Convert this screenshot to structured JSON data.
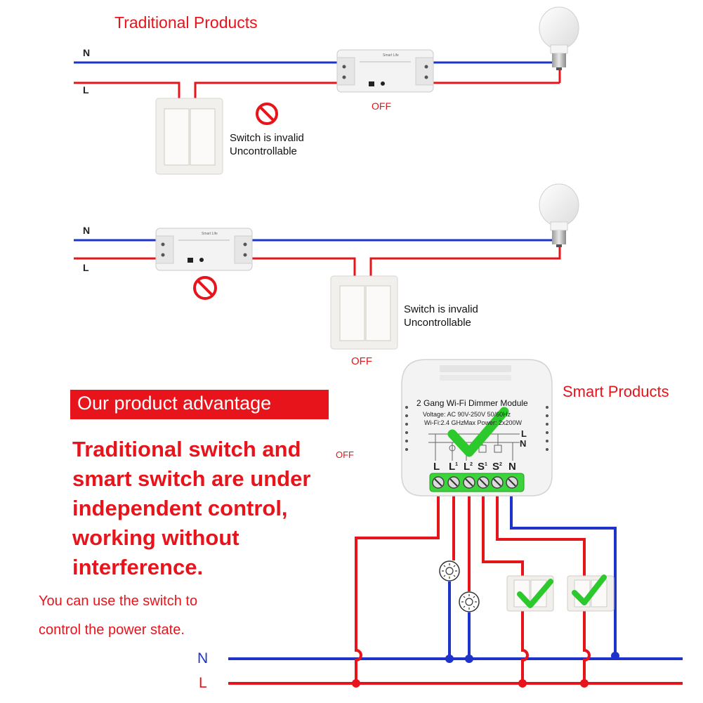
{
  "colors": {
    "red": "#e8141c",
    "blue": "#1d33c9",
    "green": "#2cc92c"
  },
  "top": {
    "heading": "Traditional Products",
    "n_label": "N",
    "l_label": "L",
    "breaker_brand": "Smart Life",
    "off_label": "OFF",
    "invalid_line1": "Switch is invalid",
    "invalid_line2": "Uncontrollable"
  },
  "middle": {
    "n_label": "N",
    "l_label": "L",
    "breaker_brand": "Smart Life",
    "invalid_line1": "Switch is invalid",
    "invalid_line2": "Uncontrollable",
    "off_label": "OFF"
  },
  "module": {
    "title": "2 Gang Wi-Fi Dimmer Module",
    "voltage": "Voltage: AC 90V-250V 50/60Hz",
    "wifi": "Wi-Fi:2.4 GHz",
    "max_power": "Max Power: 2x200W",
    "out_l": "L",
    "out_n": "N",
    "terminals": [
      "L",
      "L",
      "L",
      "S",
      "S",
      "N"
    ],
    "terminal_sups": [
      "",
      "1",
      "2",
      "1",
      "2",
      ""
    ]
  },
  "smart_products": "Smart Products",
  "advantage": {
    "banner": "Our product advantage",
    "off_label": "OFF",
    "lines": [
      "Traditional switch and",
      "smart switch are under",
      "independent control,",
      "working without",
      "interference."
    ],
    "note_lines": [
      "You can use the switch to",
      "control the power state."
    ]
  },
  "bottom": {
    "n_label": "N",
    "l_label": "L"
  }
}
